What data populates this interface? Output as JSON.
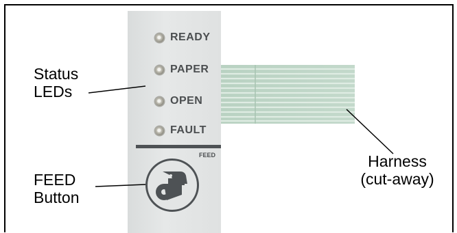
{
  "leds": [
    {
      "label": "READY"
    },
    {
      "label": "PAPER"
    },
    {
      "label": "OPEN"
    },
    {
      "label": "FAULT"
    }
  ],
  "panel": {
    "feed_label": "FEED"
  },
  "callouts": {
    "status_leds": [
      "Status",
      "LEDs"
    ],
    "feed_button": [
      "FEED",
      "Button"
    ],
    "harness": [
      "Harness",
      "(cut-away)"
    ]
  }
}
